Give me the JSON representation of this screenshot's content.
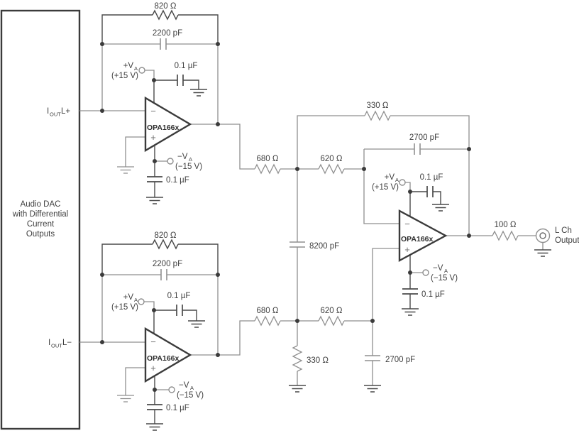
{
  "colors": {
    "wire": "#8f8f8f",
    "component_dark": "#4a4a4a",
    "outline_dark": "#3b3b3b",
    "text": "#3f3f3f",
    "background": "#ffffff"
  },
  "dac": {
    "line1": "Audio DAC",
    "line2": "with Differential",
    "line3": "Current",
    "line4": "Outputs",
    "out_plus": {
      "prefix": "I",
      "sub": "OUT",
      "name": "L+"
    },
    "out_minus": {
      "prefix": "I",
      "sub": "OUT",
      "name": "L−"
    }
  },
  "opamp": {
    "part": "OPA166x",
    "inverting_pin": "−",
    "noninverting_pin": "+"
  },
  "supply": {
    "pos": "+V",
    "neg": "−V",
    "sub": "A",
    "pos_value": "(+15 V)",
    "neg_value": "(−15 V)",
    "bypass_cap": "0.1 µF"
  },
  "stage1": {
    "feedback_resistor": "820 Ω",
    "feedback_cap": "2200 pF"
  },
  "stage2": {
    "feedback_resistor": "820 Ω",
    "feedback_cap": "2200 pF"
  },
  "filter": {
    "series_r1_top": "680 Ω",
    "series_r2_top": "620 Ω",
    "series_r1_bottom": "680 Ω",
    "series_r2_bottom": "620 Ω",
    "feedback_r": "330 Ω",
    "feedback_c": "2700 pF",
    "shunt_r": "330 Ω",
    "shunt_c": "2700 pF",
    "bridge_c": "8200 pF"
  },
  "output": {
    "series_r": "100 Ω",
    "label_line1": "L Ch",
    "label_line2": "Output"
  }
}
